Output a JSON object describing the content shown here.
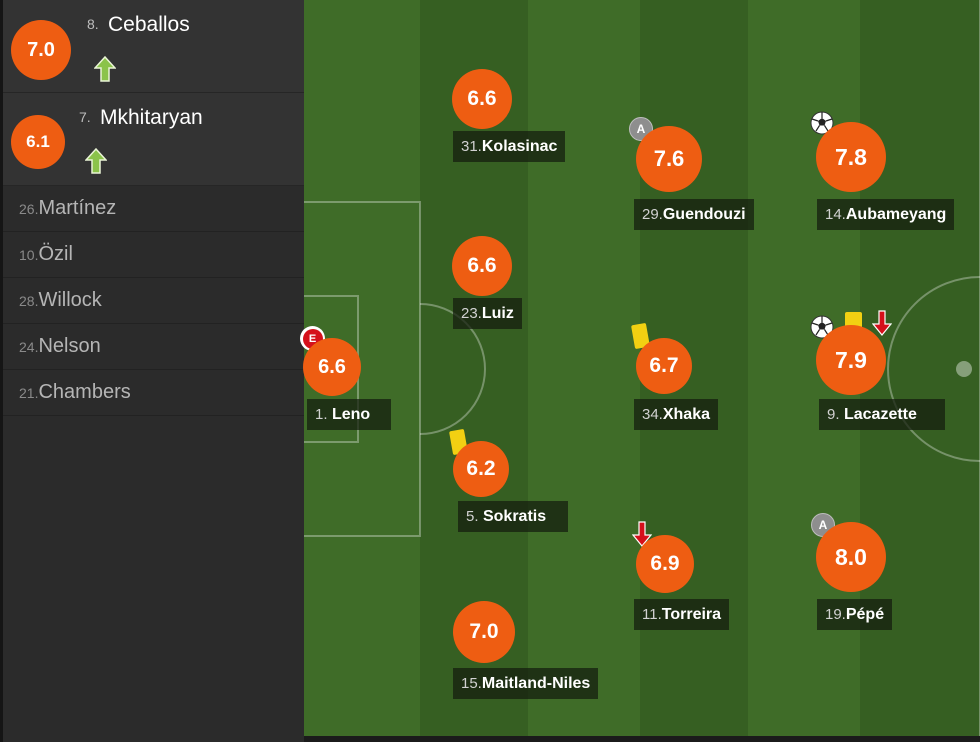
{
  "sidebar": {
    "substitutes_in": [
      {
        "rating": "7.0",
        "number": "8.",
        "name": "Ceballos",
        "arrow_icon": "arrow-up-icon"
      },
      {
        "rating": "6.1",
        "number": "7.",
        "name": "Mkhitaryan",
        "arrow_icon": "arrow-up-icon"
      }
    ],
    "bench": [
      {
        "number": "26.",
        "name": "Martínez"
      },
      {
        "number": "10.",
        "name": "Özil"
      },
      {
        "number": "28.",
        "name": "Willock"
      },
      {
        "number": "24.",
        "name": "Nelson"
      },
      {
        "number": "21.",
        "name": "Chambers"
      }
    ]
  },
  "pitch": {
    "players": [
      {
        "id": "leno",
        "rating": "6.6",
        "number": "1.",
        "name": "Leno",
        "badge": "E",
        "yellow_card": false,
        "goal": false,
        "subbed_off": false
      },
      {
        "id": "kolasinac",
        "rating": "6.6",
        "number": "31.",
        "name": "Kolasinac",
        "badge": "",
        "yellow_card": false,
        "goal": false,
        "subbed_off": false
      },
      {
        "id": "luiz",
        "rating": "6.6",
        "number": "23.",
        "name": "Luiz",
        "badge": "",
        "yellow_card": false,
        "goal": false,
        "subbed_off": false
      },
      {
        "id": "sokratis",
        "rating": "6.2",
        "number": "5.",
        "name": "Sokratis",
        "badge": "",
        "yellow_card": true,
        "goal": false,
        "subbed_off": false
      },
      {
        "id": "maitland-niles",
        "rating": "7.0",
        "number": "15.",
        "name": "Maitland-Niles",
        "badge": "",
        "yellow_card": false,
        "goal": false,
        "subbed_off": false
      },
      {
        "id": "guendouzi",
        "rating": "7.6",
        "number": "29.",
        "name": "Guendouzi",
        "badge": "A",
        "yellow_card": false,
        "goal": false,
        "subbed_off": false
      },
      {
        "id": "xhaka",
        "rating": "6.7",
        "number": "34.",
        "name": "Xhaka",
        "badge": "",
        "yellow_card": true,
        "goal": false,
        "subbed_off": false
      },
      {
        "id": "torreira",
        "rating": "6.9",
        "number": "11.",
        "name": "Torreira",
        "badge": "",
        "yellow_card": false,
        "goal": false,
        "subbed_off": true
      },
      {
        "id": "aubameyang",
        "rating": "7.8",
        "number": "14.",
        "name": "Aubameyang",
        "badge": "",
        "yellow_card": false,
        "goal": true,
        "subbed_off": false
      },
      {
        "id": "lacazette",
        "rating": "7.9",
        "number": "9.",
        "name": "Lacazette",
        "badge": "",
        "yellow_card": true,
        "goal": true,
        "subbed_off": true
      },
      {
        "id": "pepe",
        "rating": "8.0",
        "number": "19.",
        "name": "Pépé",
        "badge": "A",
        "yellow_card": false,
        "goal": false,
        "subbed_off": false
      }
    ]
  },
  "colors": {
    "rating_orange": "#ee5d12",
    "pitch_light": "#3f6c28",
    "pitch_dark": "#355e21",
    "yellow_card": "#f2d012",
    "sub_in_arrow": "#8bc34a",
    "sub_off_arrow": "#d5101b"
  }
}
